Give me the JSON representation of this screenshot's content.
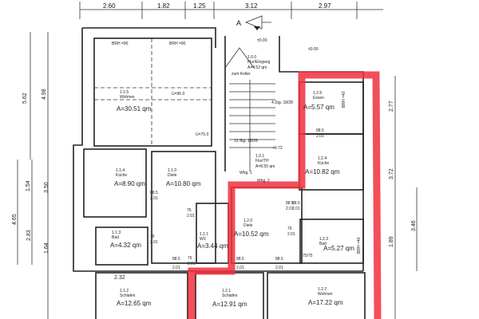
{
  "section_marker": "A",
  "top_dims": [
    "2.60",
    "1.82",
    "1.25",
    "3.12",
    "2.97"
  ],
  "left_dims": [
    "5.62",
    "4.98",
    "1.54",
    "3.50",
    "4.65",
    "2.83",
    "1.64"
  ],
  "right_dims": [
    "2.77",
    "3.72",
    "1.89",
    "3.46"
  ],
  "rooms": [
    {
      "id": "1.1.5",
      "name": "Wohnen",
      "area": "A=30.51 qm"
    },
    {
      "id": "1.1.4",
      "name": "Küche",
      "area": "A=8.90 qm"
    },
    {
      "id": "1.1.0",
      "name": "Diele",
      "area": "A=10.80 qm"
    },
    {
      "id": "1.1.3",
      "name": "Bad",
      "area": "A=4.32 qm"
    },
    {
      "id": "1.1.1",
      "name": "WC",
      "area": "A=3.44 qm"
    },
    {
      "id": "1.1.2",
      "name": "Schlafen",
      "area": "A=12.65 qm"
    },
    {
      "id": "1.0.0",
      "name": "Flur/Eingang",
      "area": "A=4.52 qm"
    },
    {
      "id": "1.0.1",
      "name": "Flur/TH",
      "area": "A=8.55 qm"
    },
    {
      "id": "1.2.5",
      "name": "Essen",
      "area": "A=5.57 qm"
    },
    {
      "id": "1.2.4",
      "name": "Küche",
      "area": "A=10.82 qm"
    },
    {
      "id": "1.2.0",
      "name": "Diele",
      "area": "A=10.52 qm"
    },
    {
      "id": "1.2.3",
      "name": "Bad",
      "area": "A=5.27 qm"
    },
    {
      "id": "1.2.1",
      "name": "Schlafen",
      "area": "A=12.91 qm"
    },
    {
      "id": "1.2.2",
      "name": "Wohnen",
      "area": "A=17.22 qm"
    }
  ],
  "notes": {
    "brh1": "BRH =90",
    "brh2": "BRH =90",
    "brh_essen": "BRH =40",
    "brh_bad": "BRH =40",
    "u1": "U=95.0",
    "u2": "U=75.0",
    "keller": "zum Keller",
    "stairs1": "4.Stg. 18/28",
    "stairs2": "12.Stg. 18/28",
    "whg1": "Whg. 1",
    "whg2": "Whg. 2",
    "lvl1": "±0.00",
    "lvl2": "±0.00",
    "lvl3": "+0.72",
    "dim_232": "2.32",
    "shower": "75/75"
  },
  "doors": [
    {
      "w": "88.5",
      "h": "2.01"
    },
    {
      "w": "88.5",
      "h": "2.01"
    },
    {
      "w": "76",
      "h": "2.01"
    },
    {
      "w": "76",
      "h": "2.01"
    },
    {
      "w": "88.5",
      "h": "2.01"
    },
    {
      "w": "88.5",
      "h": "2.01"
    },
    {
      "w": "88.5",
      "h": "2.01"
    },
    {
      "w": "88.5",
      "h": "2.01"
    },
    {
      "w": "76",
      "h": "2.01"
    },
    {
      "w": "88.5",
      "h": "2.01"
    },
    {
      "w": "76",
      "h": "2.01"
    }
  ],
  "highlight_color": "#f0303c"
}
